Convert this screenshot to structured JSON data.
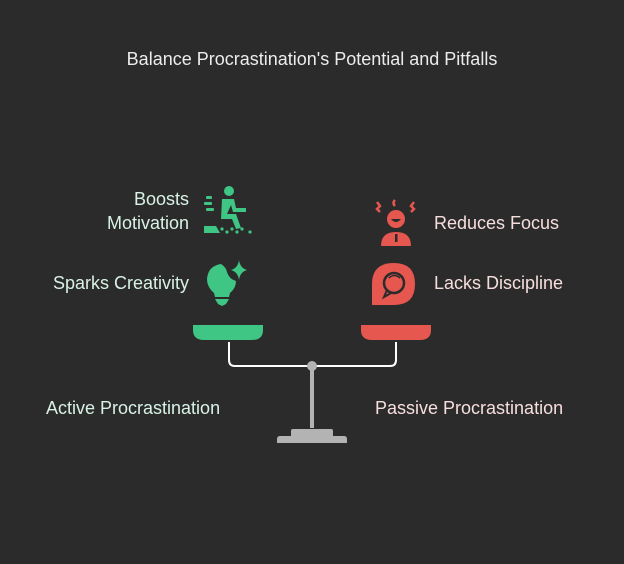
{
  "title": "Balance Procrastination's Potential and Pitfalls",
  "colors": {
    "background": "#2b2b2b",
    "green": "#3fc584",
    "red": "#e5574f",
    "scale": "#b3b3b3",
    "beam": "#ffffff"
  },
  "left": {
    "label": "Active Procrastination",
    "items": [
      {
        "label_line1": "Boosts",
        "label_line2": "Motivation",
        "icon": "running-person-icon"
      },
      {
        "label": "Sparks Creativity",
        "icon": "lightbulb-sparkle-icon"
      }
    ]
  },
  "right": {
    "label": "Passive Procrastination",
    "items": [
      {
        "label": "Reduces Focus",
        "icon": "distracted-person-icon"
      },
      {
        "label": "Lacks Discipline",
        "icon": "chat-bubble-icon"
      }
    ]
  }
}
